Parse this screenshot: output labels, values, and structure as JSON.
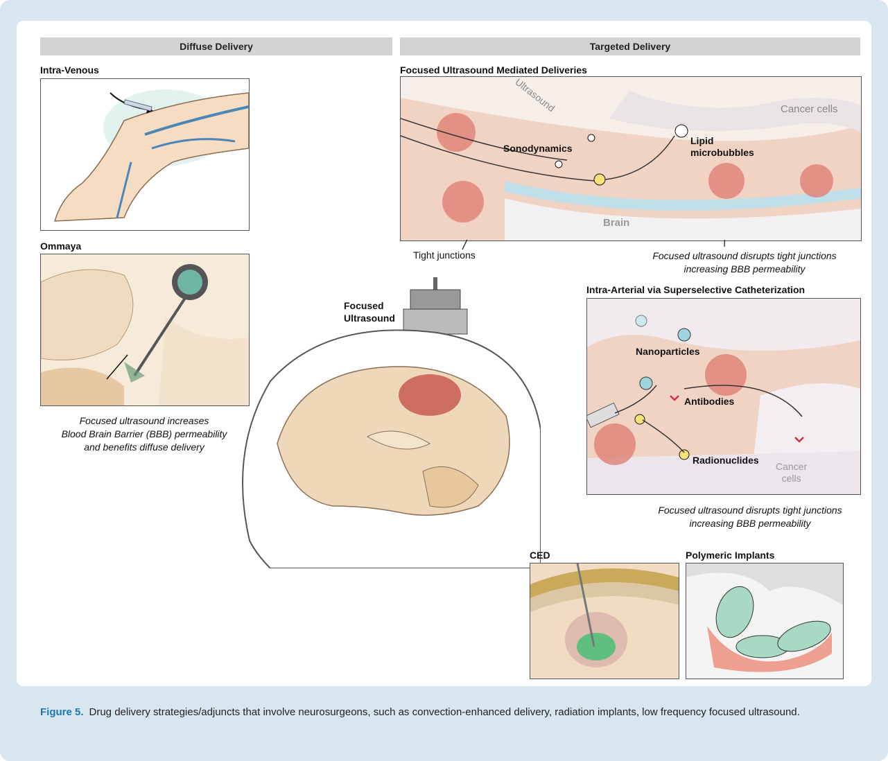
{
  "headers": {
    "diffuse": "Diffuse Delivery",
    "targeted": "Targeted Delivery"
  },
  "intravenous": {
    "title": "Intra-Venous"
  },
  "ommaya": {
    "title": "Ommaya"
  },
  "diffuse_note": {
    "line1": "Focused ultrasound increases",
    "line2": "Blood Brain Barrier (BBB) permeability",
    "line3": "and benefits diffuse delivery"
  },
  "fus_panel": {
    "title": "Focused Ultrasound Mediated Deliveries",
    "ultrasound": "Ultrasound",
    "cancer_cells": "Cancer cells",
    "sonodynamics": "Sonodynamics",
    "lipid_line1": "Lipid",
    "lipid_line2": "microbubbles",
    "brain": "Brain",
    "tight_junctions": "Tight junctions",
    "note_line1": "Focused ultrasound disrupts tight junctions",
    "note_line2": "increasing BBB permeability"
  },
  "center": {
    "focused_line1": "Focused",
    "focused_line2": "Ultrasound"
  },
  "ia_panel": {
    "title": "Intra-Arterial via Superselective Catheterization",
    "nanoparticles": "Nanoparticles",
    "antibodies": "Antibodies",
    "radionuclides": "Radionuclides",
    "cancer_line1": "Cancer",
    "cancer_line2": "cells",
    "note_line1": "Focused ultrasound disrupts tight junctions",
    "note_line2": "increasing BBB permeability"
  },
  "ced": {
    "title": "CED"
  },
  "polymeric": {
    "title": "Polymeric Implants"
  },
  "caption": {
    "figure_label": "Figure 5.",
    "text": "Drug delivery strategies/adjuncts that involve neurosurgeons, such as convection-enhanced delivery, radiation implants, low frequency focused ultrasound."
  },
  "colors": {
    "frame": "#d8e6ef",
    "figure_label": "#1e78b4",
    "header": "#d3d3d3",
    "vessel": "#e49a86",
    "tissue": "#f3ddc9"
  }
}
